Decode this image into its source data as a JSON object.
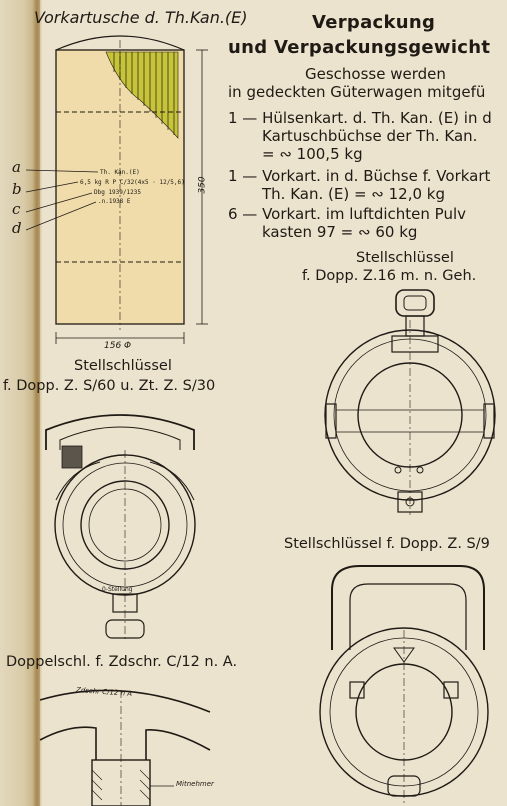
{
  "cartridge": {
    "title": "Vorkartusche d. Th.Kan.(E)",
    "labels": [
      "Th. Kan.(E)",
      "6,5 kg R P C/32(4x5 · 12/5,6)",
      "Dbg 1939/1235",
      ".n.1938 E"
    ],
    "letters": [
      "a",
      "b",
      "c",
      "d"
    ],
    "dim_height": "350",
    "dim_width": "156 Φ"
  },
  "packing": {
    "title_1": "Verpackung",
    "title_2": "und Verpackungsgewicht",
    "intro_1": "Geschosse werden",
    "intro_2": "in gedeckten Güterwagen mitgefü",
    "items": [
      {
        "lines": [
          "1 — Hülsenkart. d. Th. Kan. (E) in d",
          "Kartuschbüchse der Th. Kan.",
          "= ∾ 100,5 kg"
        ]
      },
      {
        "lines": [
          "1 — Vorkart. in d. Büchse f. Vorkart",
          "Th. Kan. (E) = ∾ 12,0 kg"
        ]
      },
      {
        "lines": [
          "6 — Vorkart.   im   luftdichten   Pulv",
          "kasten 97 = ∾ 60 kg"
        ]
      }
    ]
  },
  "key_16": {
    "caption_1": "Stellschlüssel",
    "caption_2": "f. Dopp. Z.16 m. n. Geh."
  },
  "key_60": {
    "caption_1": "Stellschlüssel",
    "caption_2": "f. Dopp. Z. S/60 u. Zt. Z. S/30",
    "drawing_label": "0-Stellung"
  },
  "key_9": {
    "caption": "Stellschlüssel f. Dopp. Z. S/9"
  },
  "double_key": {
    "caption": "Doppelschl. f. Zdschr. C/12 n. A.",
    "drawing_label": "Zdschr C/12 n A",
    "pointer_label": "Mitnehmer"
  },
  "colors": {
    "paper": "#ece3cf",
    "cartridge_fill": "#efdcaa",
    "highlight": "#c8c43a",
    "ink": "#1f1a14"
  }
}
